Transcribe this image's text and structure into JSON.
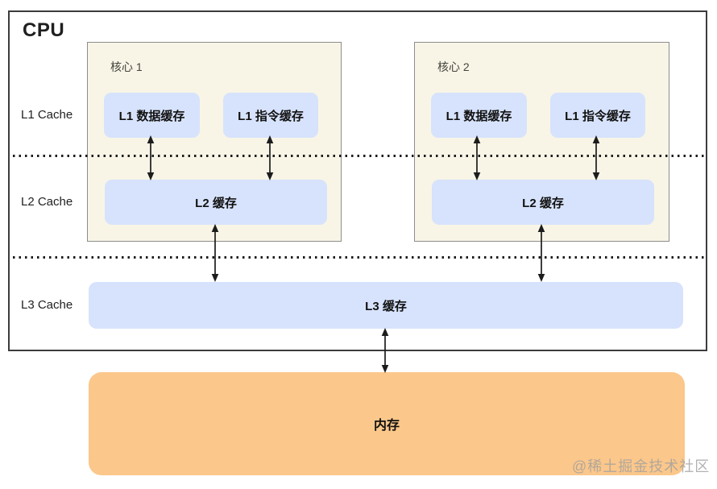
{
  "diagram": {
    "type": "cpu-cache-hierarchy",
    "cpu_title": "CPU",
    "side_labels": {
      "l1": "L1 Cache",
      "l2": "L2 Cache",
      "l3": "L3 Cache"
    },
    "cores": [
      {
        "name": "核心 1",
        "l1_data_label": "L1 数据缓存",
        "l1_instruction_label": "L1 指令缓存",
        "l2_label": "L2 缓存"
      },
      {
        "name": "核心 2",
        "l1_data_label": "L1 数据缓存",
        "l1_instruction_label": "L1 指令缓存",
        "l2_label": "L2 缓存"
      }
    ],
    "l3_label": "L3 缓存",
    "memory_label": "内存",
    "watermark": "@稀土掘金技术社区",
    "connections": [
      "core1-l1-data <-> core1-l2",
      "core1-l1-instruction <-> core1-l2",
      "core2-l1-data <-> core2-l2",
      "core2-l1-instruction <-> core2-l2",
      "core1-l2 <-> l3",
      "core2-l2 <-> l3",
      "l3 <-> memory"
    ]
  },
  "colors": {
    "cache-blue": "#d7e3fc",
    "core-bg": "#f8f5e7",
    "core-border": "#8c8c8c",
    "memory-orange": "#fbc78a",
    "line": "#1c1c1c",
    "cpu-border": "#3c3c3c",
    "label-text": "#1f1f1f",
    "core-label-text": "#44443c",
    "watermark": "#a0a0a0"
  }
}
